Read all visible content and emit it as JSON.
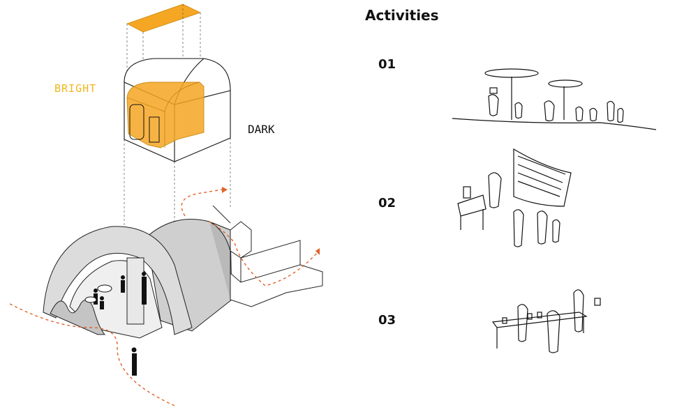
{
  "labels": {
    "bright": "BRIGHT",
    "dark": "DARK"
  },
  "activities": {
    "title": "Activities",
    "items": [
      {
        "number": "01"
      },
      {
        "number": "02"
      },
      {
        "number": "03"
      }
    ]
  },
  "colors": {
    "accent": "#f5a623",
    "path": "#e0622a",
    "shell": "#d9d9d9",
    "ink": "#111111"
  }
}
